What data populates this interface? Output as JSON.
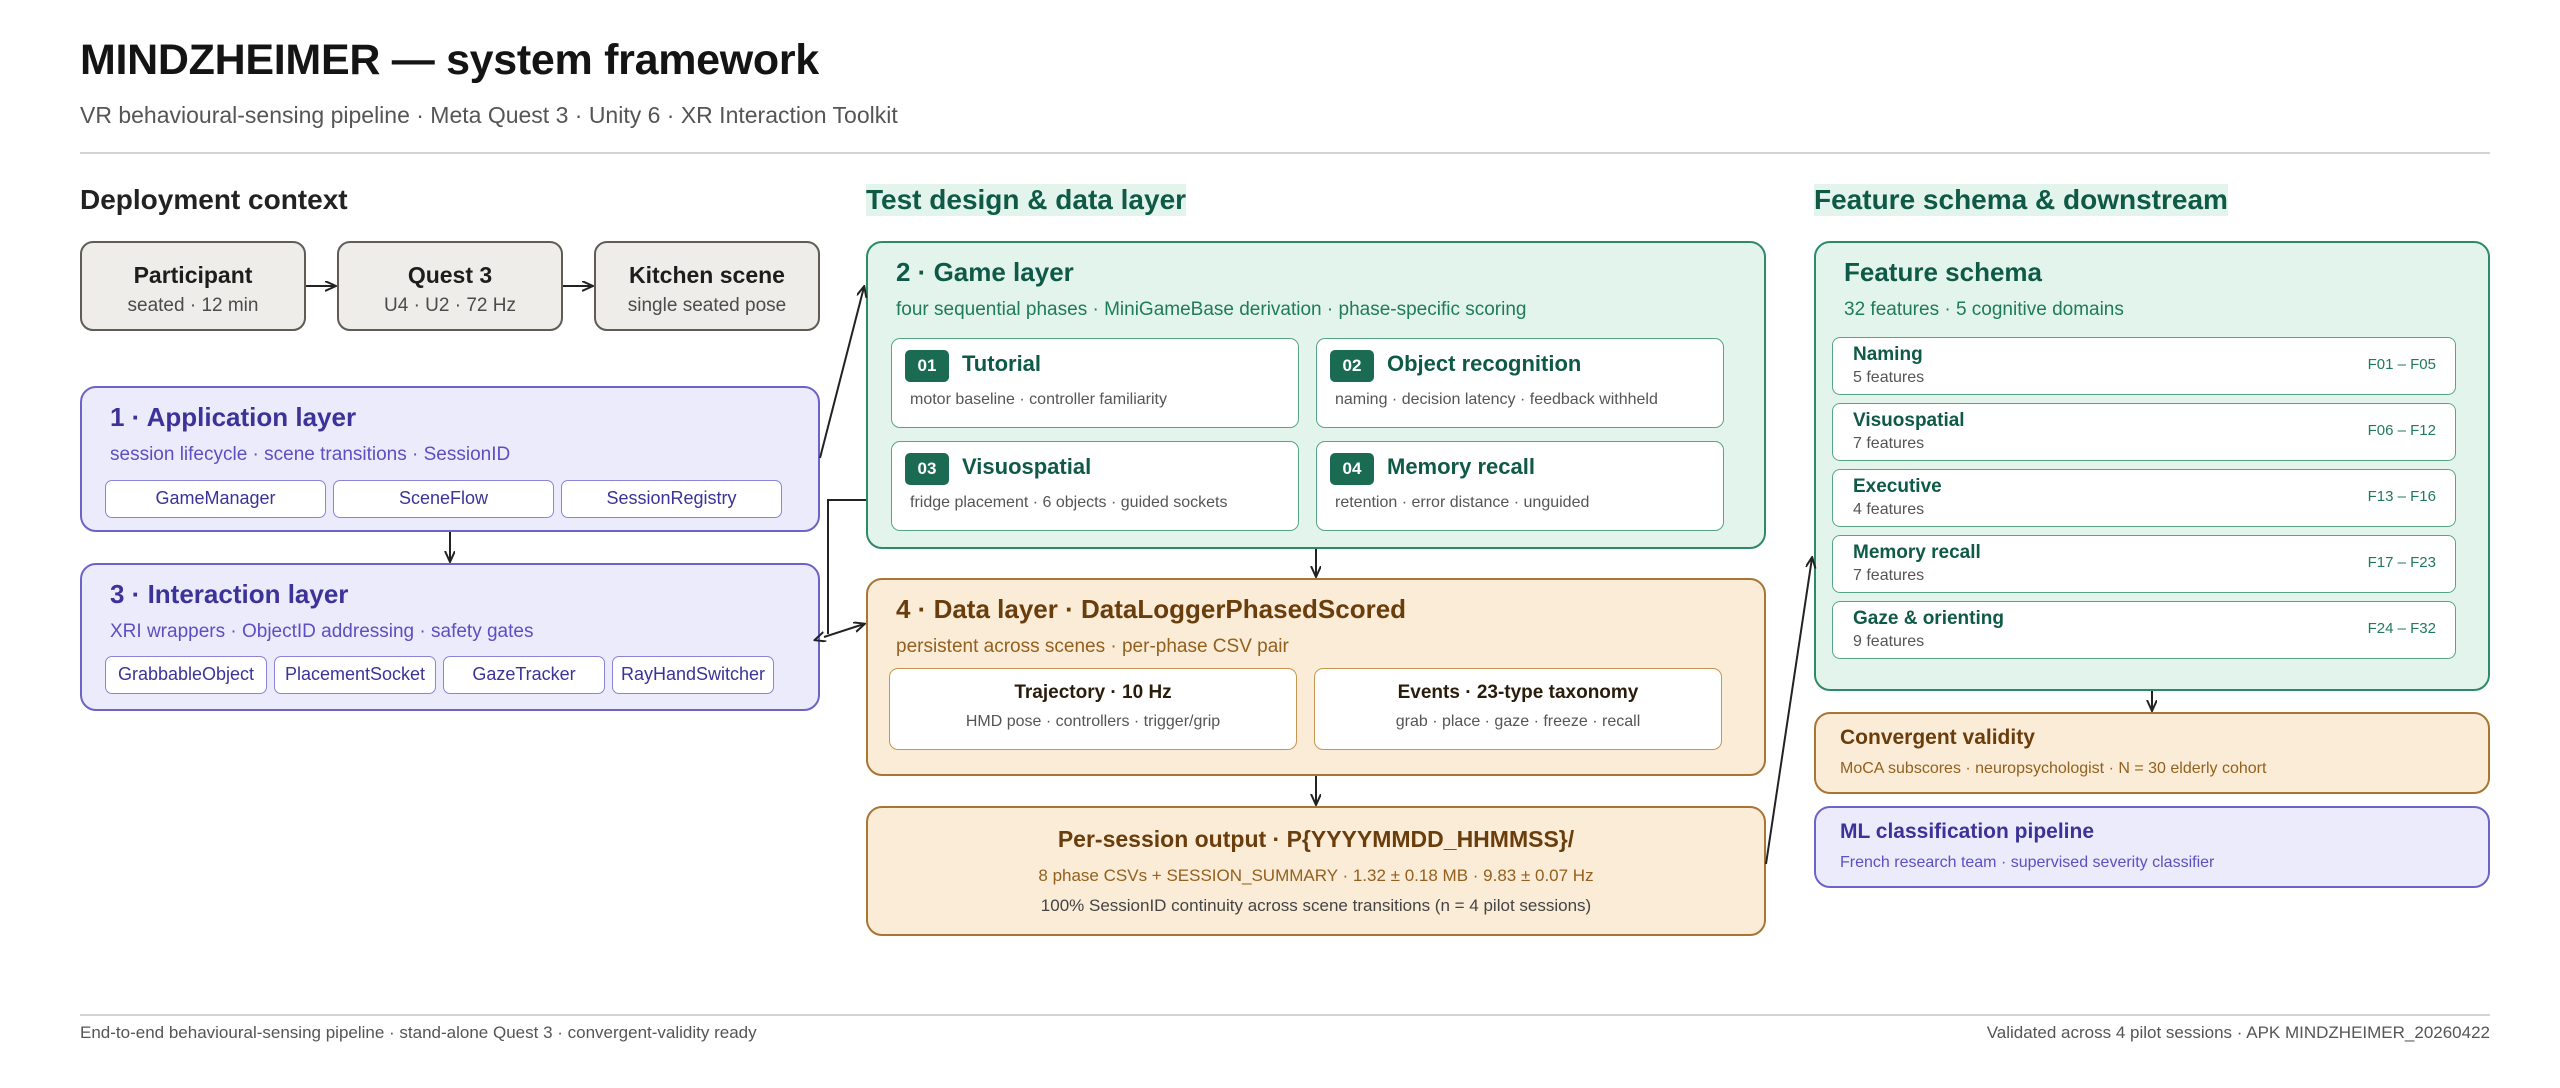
{
  "header": {
    "title": "MINDZHEIMER — system framework",
    "subtitle": "VR behavioural-sensing pipeline · Meta Quest 3 · Unity 6 · XR Interaction Toolkit"
  },
  "columns": {
    "deployment": "Deployment context",
    "test_design": "Test design & data layer",
    "feature": "Feature schema & downstream"
  },
  "deployment_chips": [
    {
      "title": "Participant",
      "sub": "seated · 12 min"
    },
    {
      "title": "Quest 3",
      "sub": "U4 · U2 · 72 Hz"
    },
    {
      "title": "Kitchen scene",
      "sub": "single seated pose"
    }
  ],
  "application_layer": {
    "title": "1 · Application layer",
    "sub": "session lifecycle · scene transitions · SessionID",
    "components": [
      "GameManager",
      "SceneFlow",
      "SessionRegistry"
    ]
  },
  "interaction_layer": {
    "title": "3 · Interaction layer",
    "sub": "XRI wrappers · ObjectID addressing · safety gates",
    "components": [
      "GrabbableObject",
      "PlacementSocket",
      "GazeTracker",
      "RayHandSwitcher"
    ]
  },
  "game_layer": {
    "title": "2 · Game layer",
    "sub": "four sequential phases · MiniGameBase derivation · phase-specific scoring",
    "phases": [
      {
        "num": "01",
        "title": "Tutorial",
        "sub": "motor baseline · controller familiarity"
      },
      {
        "num": "02",
        "title": "Object recognition",
        "sub": "naming · decision latency · feedback withheld"
      },
      {
        "num": "03",
        "title": "Visuospatial",
        "sub": "fridge placement · 6 objects · guided sockets"
      },
      {
        "num": "04",
        "title": "Memory recall",
        "sub": "retention · error distance · unguided"
      }
    ]
  },
  "data_layer": {
    "title": "4 · Data layer · DataLoggerPhasedScored",
    "sub": "persistent across scenes · per-phase CSV pair",
    "streams": [
      {
        "title": "Trajectory · 10 Hz",
        "sub": "HMD pose · controllers · trigger/grip"
      },
      {
        "title": "Events · 23-type taxonomy",
        "sub": "grab · place · gaze · freeze · recall"
      }
    ]
  },
  "output": {
    "title": "Per-session output · P{YYYYMMDD_HHMMSS}/",
    "line1": "8 phase CSVs + SESSION_SUMMARY · 1.32 ± 0.18 MB · 9.83 ± 0.07 Hz",
    "line2": "100% SessionID continuity across scene transitions (n = 4 pilot sessions)"
  },
  "feature_schema": {
    "title": "Feature schema",
    "sub": "32 features · 5 cognitive domains",
    "domains": [
      {
        "name": "Naming",
        "count": "5 features",
        "range": "F01 – F05"
      },
      {
        "name": "Visuospatial",
        "count": "7 features",
        "range": "F06 – F12"
      },
      {
        "name": "Executive",
        "count": "4 features",
        "range": "F13 – F16"
      },
      {
        "name": "Memory recall",
        "count": "7 features",
        "range": "F17 – F23"
      },
      {
        "name": "Gaze & orienting",
        "count": "9 features",
        "range": "F24 – F32"
      }
    ]
  },
  "convergent": {
    "title": "Convergent validity",
    "sub": "MoCA subscores · neuropsychologist · N = 30 elderly cohort"
  },
  "ml": {
    "title": "ML classification pipeline",
    "sub": "French research team · supervised severity classifier"
  },
  "footer": {
    "left": "End-to-end behavioural-sensing pipeline · stand-alone Quest 3 · convergent-validity ready",
    "right": "Validated across 4 pilot sessions · APK MINDZHEIMER_20260422"
  }
}
